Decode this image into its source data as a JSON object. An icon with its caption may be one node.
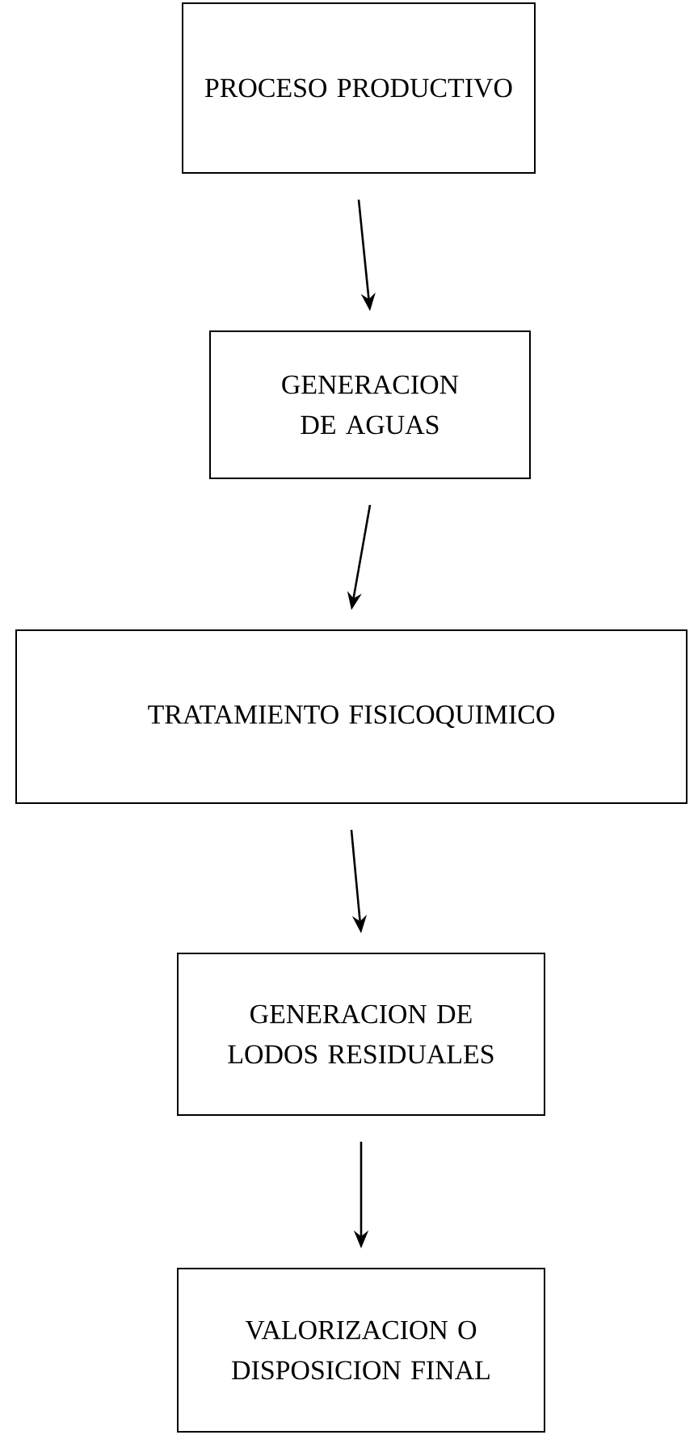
{
  "diagram": {
    "nodes": [
      {
        "text": [
          "PROCESO PRODUCTIVO"
        ]
      },
      {
        "text": [
          "GENERACION DE AGUAS"
        ]
      },
      {
        "text": [
          "TRATAMIENTO FISICOQUIMICO"
        ]
      },
      {
        "text": [
          "GENERACION DE LODOS RESIDUALES"
        ]
      },
      {
        "text": [
          "VALORIZACION O DISPOSICION FINAL"
        ]
      }
    ],
    "edges": [
      {
        "from": 0,
        "to": 1,
        "arrow": "to"
      },
      {
        "from": 1,
        "to": 2,
        "arrow": "to"
      },
      {
        "from": 2,
        "to": 3,
        "arrow": "to"
      },
      {
        "from": 3,
        "to": 4,
        "arrow": "to"
      }
    ]
  }
}
